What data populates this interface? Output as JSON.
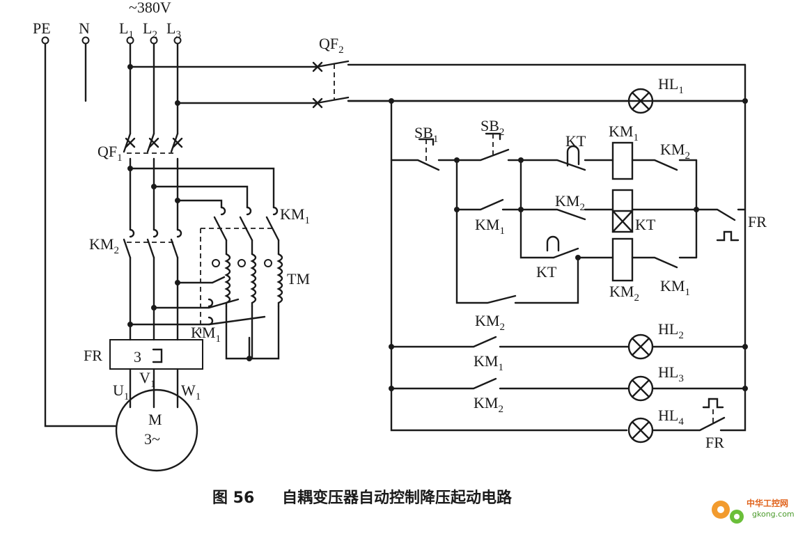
{
  "supply": {
    "voltage": "~380V",
    "terminals": [
      "PE",
      "N",
      "L1",
      "L2",
      "L3"
    ]
  },
  "breakers": [
    "QF1",
    "QF2"
  ],
  "contactors": [
    "KM1",
    "KM2"
  ],
  "timer": "KT",
  "relay": "FR",
  "relay_block_value": "3",
  "transformer": "TM",
  "buttons": [
    "SB1",
    "SB2"
  ],
  "lamps": [
    "HL1",
    "HL2",
    "HL3",
    "HL4"
  ],
  "motor": {
    "name": "M",
    "phase": "3~",
    "terminals": [
      "U1",
      "V1",
      "W1"
    ]
  },
  "caption": {
    "figure": "图 56",
    "title": "自耦变压器自动控制降压起动电路"
  },
  "watermark": {
    "line1": "中华工控网",
    "line2": "gkong.com"
  }
}
